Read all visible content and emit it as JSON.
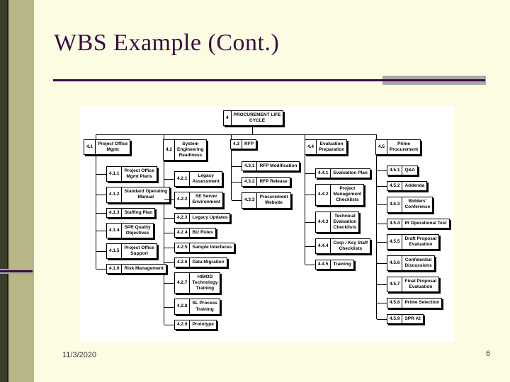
{
  "slide": {
    "title": "WBS Example (Cont.)",
    "date": "11/3/2020",
    "page_number": "6"
  },
  "colors": {
    "purple": "#3A0B42",
    "olive": "#B6B687",
    "gray": "#A9A9A9",
    "cream": "#FCFCE3",
    "ink": "#000000"
  },
  "diagram": {
    "root": {
      "id": "4",
      "label": "PROCUREMENT LIFE\nCYCLE"
    },
    "branches": [
      {
        "id": "4.1",
        "label": "Project Office\nMgmt",
        "children": [
          {
            "id": "4.1.1",
            "label": "Project Office\nMgmt Plans"
          },
          {
            "id": "4.1.2",
            "label": "Standard Operating\nManual"
          },
          {
            "id": "4.1.3",
            "label": "Staffing Plan"
          },
          {
            "id": "4.1.4",
            "label": "SPR Quality\nObjectives"
          },
          {
            "id": "4.1.5",
            "label": "Project Office\nSupport"
          },
          {
            "id": "4.1.6",
            "label": "Risk Management"
          }
        ]
      },
      {
        "id": "4.2",
        "label": "System\nEngineering\nReadiness",
        "children": [
          {
            "id": "4.2.1",
            "label": "Legacy\nAssessment"
          },
          {
            "id": "4.2.2",
            "label": "SE Server\nEnvironment"
          },
          {
            "id": "4.2.3",
            "label": "Legacy Updates"
          },
          {
            "id": "4.2.4",
            "label": "Biz Rules"
          },
          {
            "id": "4.2.5",
            "label": "Sample Interfaces"
          },
          {
            "id": "4.2.6",
            "label": "Data Migration"
          },
          {
            "id": "4.2.7",
            "label": "HIMOD\nTechnology\nTraining"
          },
          {
            "id": "4.2.8",
            "label": "SL Process\nTraining"
          },
          {
            "id": "4.2.9",
            "label": "Prototype"
          }
        ]
      },
      {
        "id": "4.3",
        "label": "RFP",
        "children": [
          {
            "id": "4.3.1",
            "label": "RFP Modification"
          },
          {
            "id": "4.3.2",
            "label": "RFP Release"
          },
          {
            "id": "4.3.3",
            "label": "Procurement\nWebsite"
          }
        ]
      },
      {
        "id": "4.4",
        "label": "Evaluation\nPreparation",
        "children": [
          {
            "id": "4.4.1",
            "label": "Evaluation Plan"
          },
          {
            "id": "4.4.2",
            "label": "Project\nManagement\nChecklists"
          },
          {
            "id": "4.4.3",
            "label": "Technical\nEvaluation\nChecklists"
          },
          {
            "id": "4.4.4",
            "label": "Corp / Key Staff\nChecklists"
          },
          {
            "id": "4.4.5",
            "label": "Training"
          }
        ]
      },
      {
        "id": "4.5",
        "label": "Prime\nProcurement",
        "children": [
          {
            "id": "4.5.1",
            "label": "Q&A"
          },
          {
            "id": "4.5.2",
            "label": "Addenda"
          },
          {
            "id": "4.5.3",
            "label": "Bidders'\nConference"
          },
          {
            "id": "4.5.4",
            "label": "IR Operational Test"
          },
          {
            "id": "4.5.5",
            "label": "Draft Proposal\nEvaluation"
          },
          {
            "id": "4.5.6",
            "label": "Confidential\nDiscussions"
          },
          {
            "id": "4.5.7",
            "label": "Final Proposal\nEvaluation"
          },
          {
            "id": "4.5.8",
            "label": "Prime Selection"
          },
          {
            "id": "4.5.9",
            "label": "SPR #2"
          }
        ]
      }
    ]
  }
}
